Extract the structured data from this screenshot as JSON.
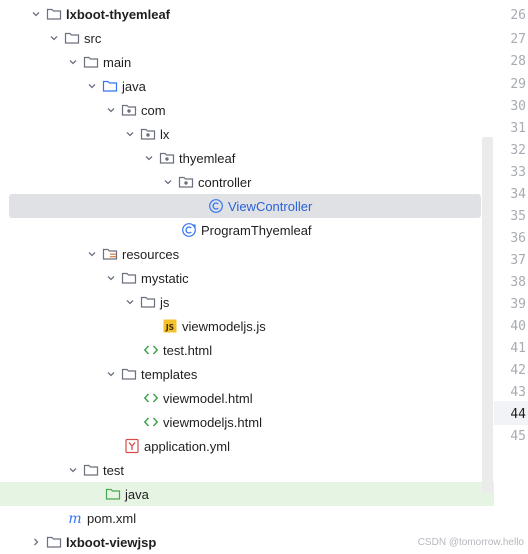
{
  "tree": {
    "rows": [
      {
        "label": "lxboot-thyemleaf",
        "icon": "folder-icon",
        "chevron": "down"
      },
      {
        "label": "src",
        "icon": "folder-icon",
        "chevron": "down"
      },
      {
        "label": "main",
        "icon": "folder-icon",
        "chevron": "down"
      },
      {
        "label": "java",
        "icon": "source-folder-icon",
        "chevron": "down"
      },
      {
        "label": "com",
        "icon": "package-icon",
        "chevron": "down"
      },
      {
        "label": "lx",
        "icon": "package-icon",
        "chevron": "down"
      },
      {
        "label": "thyemleaf",
        "icon": "package-icon",
        "chevron": "down"
      },
      {
        "label": "controller",
        "icon": "package-icon",
        "chevron": "down"
      },
      {
        "label": "ViewController",
        "icon": "class-icon",
        "chevron": "none"
      },
      {
        "label": "ProgramThyemleaf",
        "icon": "spring-class-icon",
        "chevron": "none"
      },
      {
        "label": "resources",
        "icon": "resources-folder-icon",
        "chevron": "down"
      },
      {
        "label": "mystatic",
        "icon": "folder-icon",
        "chevron": "down"
      },
      {
        "label": "js",
        "icon": "folder-icon",
        "chevron": "down"
      },
      {
        "label": "viewmodeljs.js",
        "icon": "js-file-icon",
        "chevron": "none"
      },
      {
        "label": "test.html",
        "icon": "html-file-icon",
        "chevron": "none"
      },
      {
        "label": "templates",
        "icon": "folder-icon",
        "chevron": "down"
      },
      {
        "label": "viewmodel.html",
        "icon": "html-file-icon",
        "chevron": "none"
      },
      {
        "label": "viewmodeljs.html",
        "icon": "html-file-icon",
        "chevron": "none"
      },
      {
        "label": "application.yml",
        "icon": "yaml-file-icon",
        "chevron": "none"
      },
      {
        "label": "test",
        "icon": "folder-icon",
        "chevron": "down"
      },
      {
        "label": "java",
        "icon": "test-source-folder-icon",
        "chevron": "none"
      },
      {
        "label": "pom.xml",
        "icon": "maven-icon",
        "chevron": "none"
      },
      {
        "label": "lxboot-viewjsp",
        "icon": "folder-icon",
        "chevron": "right"
      }
    ]
  },
  "gutter": {
    "lines": [
      "26",
      "27",
      "28",
      "29",
      "30",
      "31",
      "32",
      "33",
      "34",
      "35",
      "36",
      "37",
      "38",
      "39",
      "40",
      "41",
      "42",
      "43",
      "44",
      "45"
    ],
    "current": "44"
  },
  "watermark": "CSDN @tomorrow.hello",
  "colors": {
    "selection": "#dfe1e5",
    "highlight": "#e6f4e3",
    "class_blue": "#2b63d9",
    "line_number": "#a8abb2"
  }
}
